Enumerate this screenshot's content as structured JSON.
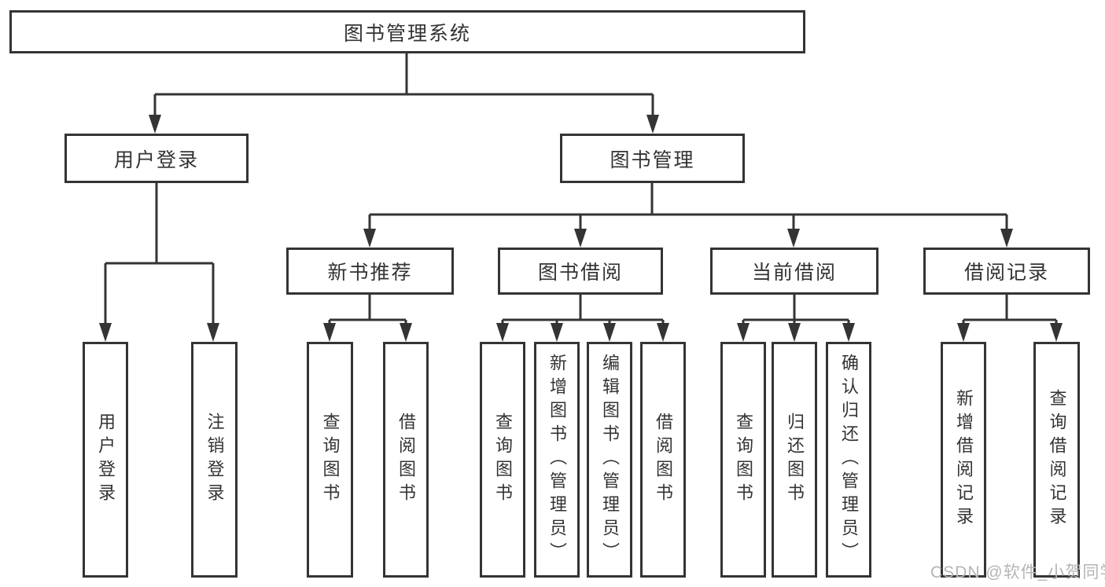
{
  "colors": {
    "line": "#343434",
    "node_border": "#343434",
    "text": "#333333",
    "node_background": "#ffffff",
    "page_background": "#ffffff",
    "watermark": "#b5b5b5"
  },
  "watermark": {
    "text": "CSDN @软件_小贺同学"
  },
  "tree": {
    "root": "图书管理系统",
    "branches": [
      {
        "label": "用户登录",
        "children": [
          {
            "label": "用户登录"
          },
          {
            "label": "注销登录"
          }
        ]
      },
      {
        "label": "图书管理",
        "children": [
          {
            "label": "新书推荐",
            "children": [
              {
                "label": "查询图书"
              },
              {
                "label": "借阅图书"
              }
            ]
          },
          {
            "label": "图书借阅",
            "children": [
              {
                "label": "查询图书"
              },
              {
                "label": "新增图书（管理员）"
              },
              {
                "label": "编辑图书（管理员）"
              },
              {
                "label": "借阅图书"
              }
            ]
          },
          {
            "label": "当前借阅",
            "children": [
              {
                "label": "查询图书"
              },
              {
                "label": "归还图书"
              },
              {
                "label": "确认归还（管理员）"
              }
            ]
          },
          {
            "label": "借阅记录",
            "children": [
              {
                "label": "新增借阅记录"
              },
              {
                "label": "查询借阅记录"
              }
            ]
          }
        ]
      }
    ]
  }
}
